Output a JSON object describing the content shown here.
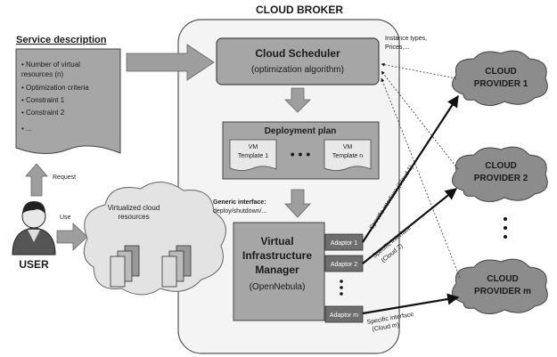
{
  "broker_title": "CLOUD BROKER",
  "service": {
    "title": "Service description",
    "items": [
      "• Number of virtual",
      "  resources (n)",
      "• Optimization criteria",
      "• Constraint 1",
      "• Constraint 2",
      "• ..."
    ]
  },
  "request_label": "Request",
  "use_label": "Use",
  "user_label": "USER",
  "scheduler": {
    "title": "Cloud Scheduler",
    "subtitle": "(optimization algorithm)"
  },
  "instance_note": [
    "Instance types,",
    "Prices,..."
  ],
  "deployment": {
    "title": "Deployment plan",
    "vm_first": [
      "VM",
      "Template 1"
    ],
    "vm_last": [
      "VM",
      "Template n"
    ],
    "ellipsis": "• • •"
  },
  "generic_interface": {
    "title": "Generic interface:",
    "ops": "deploy/shutdown/..."
  },
  "vim": {
    "line1": "Virtual",
    "line2": "Infrastructure",
    "line3": "Manager",
    "subtitle": "(OpenNebula)"
  },
  "adaptors": [
    "Adaptor 1",
    "Adaptor 2",
    "Adaptor m"
  ],
  "specific_interfaces": [
    "Specific interface (Cloud 1)",
    "Specific interface",
    "(Cloud 2)",
    "Specific interface",
    "(Cloud m)"
  ],
  "virtualized_resources": [
    "Virtualized cloud",
    "resources"
  ],
  "providers": [
    [
      "CLOUD",
      "PROVIDER 1"
    ],
    [
      "CLOUD",
      "PROVIDER 2"
    ],
    [
      "CLOUD",
      "PROVIDER m"
    ]
  ],
  "colors": {
    "box_fill": "#a6a6a6",
    "light_fill": "#e8e8e8",
    "dark_fill": "#6e6e6e",
    "cloud_fill": "#8c8c8c",
    "broker_fill": "#f4f4f4",
    "arrow_fill": "#9e9e9e"
  }
}
